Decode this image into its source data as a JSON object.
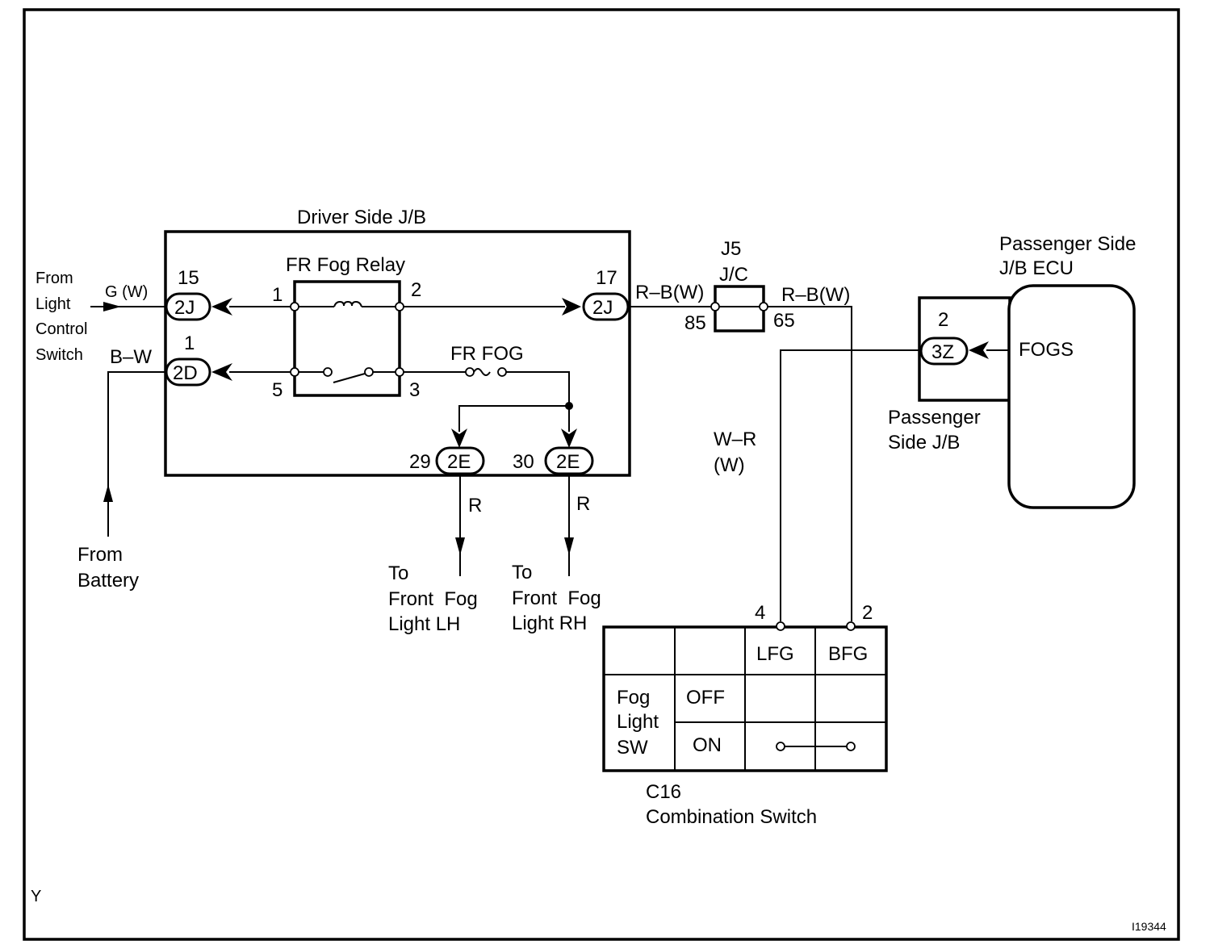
{
  "diagram": {
    "figure_id": "I19344",
    "corner_mark": "Y",
    "left_inputs": {
      "light_control": [
        "From",
        "Light",
        "Control",
        "Switch"
      ],
      "light_control_wire": "G (W)",
      "battery_wire": "B–W",
      "battery": [
        "From",
        "Battery"
      ]
    },
    "driver_jb": {
      "title": "Driver Side J/B",
      "relay_title": "FR Fog Relay",
      "fuse_label": "FR FOG",
      "relay_pins": [
        "1",
        "2",
        "3",
        "5"
      ],
      "connectors": [
        {
          "pin": "15",
          "code": "2J"
        },
        {
          "pin": "1",
          "code": "2D"
        },
        {
          "pin": "17",
          "code": "2J"
        },
        {
          "pin": "29",
          "code": "2E"
        },
        {
          "pin": "30",
          "code": "2E"
        }
      ]
    },
    "outputs": {
      "lh_wire": "R",
      "rh_wire": "R",
      "lh": [
        "To",
        "Front  Fog",
        "Light LH"
      ],
      "rh": [
        "To",
        "Front  Fog",
        "Light RH"
      ]
    },
    "junction": {
      "title": [
        "J5",
        "J/C"
      ],
      "left_wire": "R–B(W)",
      "right_wire": "R–B(W)",
      "pins": [
        "85",
        "65"
      ]
    },
    "passenger": {
      "ecu_title": [
        "Passenger Side",
        "J/B ECU"
      ],
      "ecu_signal": "FOGS",
      "jb_label": [
        "Passenger",
        "Side J/B"
      ],
      "connector": {
        "pin": "2",
        "code": "3Z"
      },
      "wire": [
        "W–R",
        "(W)"
      ]
    },
    "switch": {
      "pins": [
        "4",
        "2"
      ],
      "columns": [
        "LFG",
        "BFG"
      ],
      "row_label": [
        "Fog",
        "Light",
        "SW"
      ],
      "states": [
        "OFF",
        "ON"
      ],
      "caption": [
        "C16",
        "Combination Switch"
      ]
    }
  }
}
